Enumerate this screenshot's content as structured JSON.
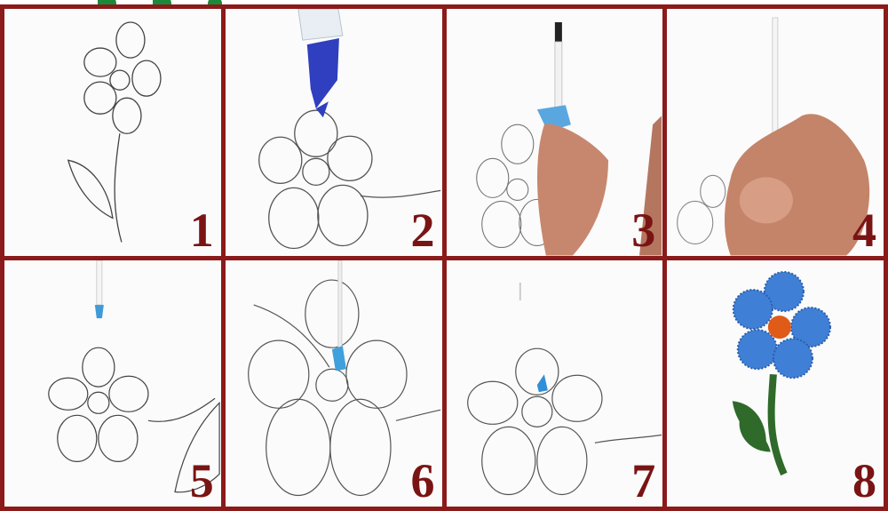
{
  "steps": [
    {
      "number": "1"
    },
    {
      "number": "2"
    },
    {
      "number": "3"
    },
    {
      "number": "4"
    },
    {
      "number": "5"
    },
    {
      "number": "6"
    },
    {
      "number": "7"
    },
    {
      "number": "8"
    }
  ],
  "colors": {
    "frame": "#8b1a1a",
    "number": "#7a1414",
    "title_fragment": "#1a8a3a",
    "paint_blue": "#3f7fd6",
    "glue_blue": "#2f3fbf",
    "flower_center": "#e05a18",
    "leaf_green": "#2f6a2a"
  }
}
